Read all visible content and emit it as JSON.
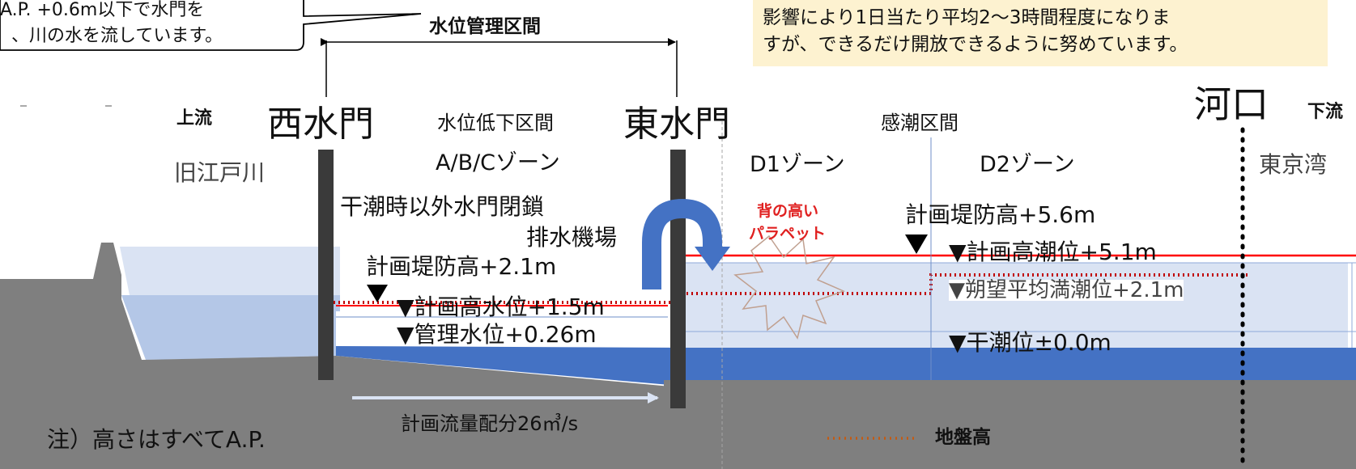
{
  "callout_left": {
    "line1": "A.P. +0.6m以下で水門を",
    "line2": "、川の水を流しています。"
  },
  "note_top_right": {
    "line1": "影響により1日当たり平均2〜3時間程度になりま",
    "line2": "すが、できるだけ開放できるように努めています。"
  },
  "section_label": "水位管理区間",
  "upstream": "上流",
  "downstream": "下流",
  "west_gate": "西水門",
  "east_gate": "東水門",
  "river_mouth": "河口",
  "old_edogawa": "旧江戸川",
  "tokyo_bay": "東京湾",
  "zone_lowered": "水位低下区間",
  "zone_abc": "A/B/Cゾーン",
  "zone_tidal": "感潮区間",
  "zone_d1": "D1ゾーン",
  "zone_d2": "D2ゾーン",
  "gate_closed": "干潮時以外水門閉鎖",
  "pump_station": "排水機場",
  "parapet_line1": "背の高い",
  "parapet_line2": "パラペット",
  "left_levee": "計画堤防高+2.1m",
  "left_design_wl": "▼計画高水位+1.5m",
  "left_mgmt_wl": "▼管理水位+0.26m",
  "right_levee": "計画堤防高+5.6m",
  "right_design_tide": "▼計画高潮位+5.1m",
  "right_spring_tide": "▼朔望平均満潮位+2.1m",
  "right_low_tide": "▼干潮位±0.0m",
  "flow_label": "計画流量配分26㎥/s",
  "legend_ground": "地盤高",
  "footnote": "注）高さはすべてA.P.",
  "colors": {
    "ground": "#7f7f7f",
    "water_dark": "#4472c4",
    "water_mid": "#b4c7e7",
    "water_light": "#dae3f3",
    "levee_line": "#ff0000",
    "ground_dotted": "#c00000",
    "parapet_text": "#e02020",
    "gate": "#3a3a3a",
    "note_bg": "#fdf2d0",
    "pump_arrow": "#4472c4"
  },
  "icons": [
    "gate-bar",
    "pump-uturn-arrow",
    "flow-arrow",
    "explosion-burst",
    "water-level-triangle"
  ]
}
